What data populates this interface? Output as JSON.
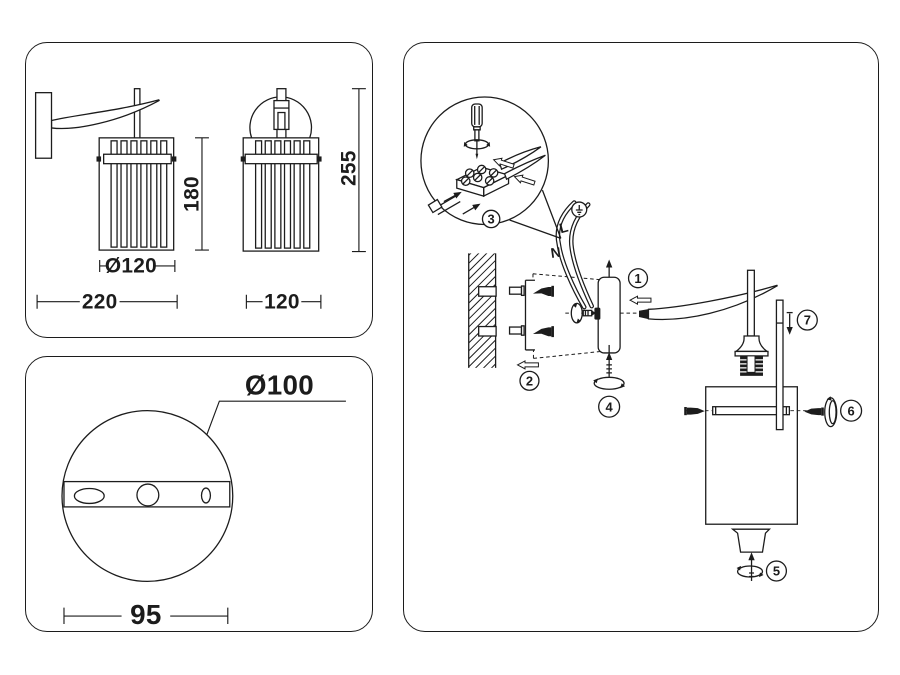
{
  "sheet": {
    "background": "#ffffff",
    "line_color": "#1c1c1c"
  },
  "dimensions_panel": {
    "side_view": {
      "shade_diameter": "Ø120",
      "shade_height": "180",
      "overall_width": "220"
    },
    "front_view": {
      "overall_height": "255",
      "shade_width": "120"
    }
  },
  "plate_panel": {
    "plate_diameter": "Ø100",
    "slot_spacing": "95"
  },
  "installation_panel": {
    "wire_labels": {
      "live": "L",
      "neutral": "N"
    },
    "ground_icon": "earth-ground",
    "steps": [
      "1",
      "2",
      "3",
      "4",
      "5",
      "6",
      "7"
    ]
  }
}
